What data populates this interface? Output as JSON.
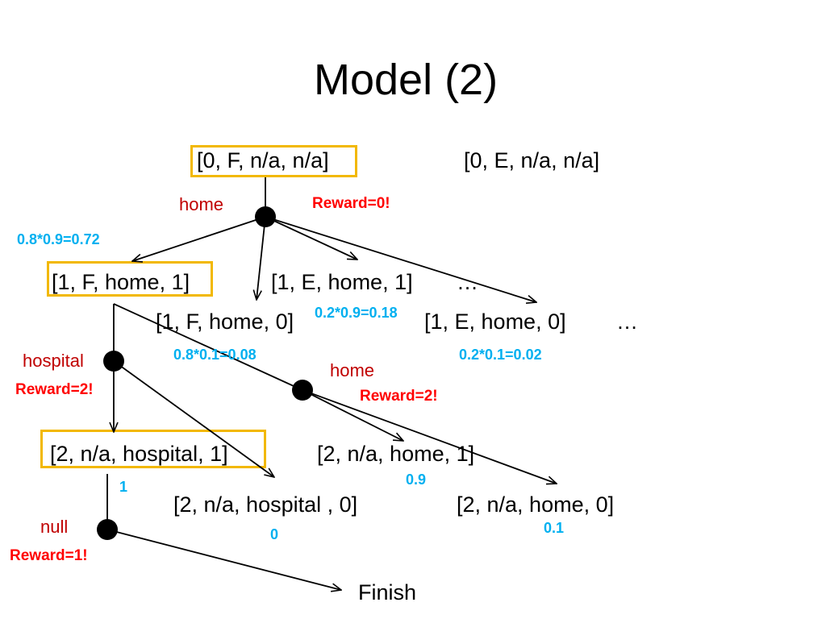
{
  "title": "Model (2)",
  "colors": {
    "highlight": "#f2b800",
    "action": "#c00000",
    "reward": "#ff0000",
    "probability": "#00b0f0",
    "text": "#000000"
  },
  "states": {
    "s0_F": "[0, F, n/a, n/a]",
    "s0_E": "[0, E, n/a, n/a]",
    "s1_F_home_1": "[1, F, home, 1]",
    "s1_E_home_1": "[1, E, home, 1]",
    "ellipsis_1": "…",
    "s1_F_home_0": "[1, F, home, 0]",
    "s1_E_home_0": "[1, E, home, 0]",
    "ellipsis_2": "…",
    "s2_hospital_1": "[2, n/a, hospital, 1]",
    "s2_home_1": "[2, n/a, home, 1]",
    "s2_hospital_0": "[2, n/a, hospital , 0]",
    "s2_home_0": "[2, n/a, home, 0]",
    "finish": "Finish"
  },
  "actions": {
    "home_top": "home",
    "hospital": "hospital",
    "home_mid": "home",
    "null": "null"
  },
  "rewards": {
    "r_home_top": "Reward=0!",
    "r_hospital": "Reward=2!",
    "r_home_mid": "Reward=2!",
    "r_null": "Reward=1!"
  },
  "probabilities": {
    "p_F_home_1": "0.8*0.9=0.72",
    "p_E_home_1": "0.2*0.9=0.18",
    "p_F_home_0": "0.8*0.1=0.08",
    "p_E_home_0": "0.2*0.1=0.02",
    "p_1": "1",
    "p_09": "0.9",
    "p_0": "0",
    "p_01": "0.1"
  }
}
